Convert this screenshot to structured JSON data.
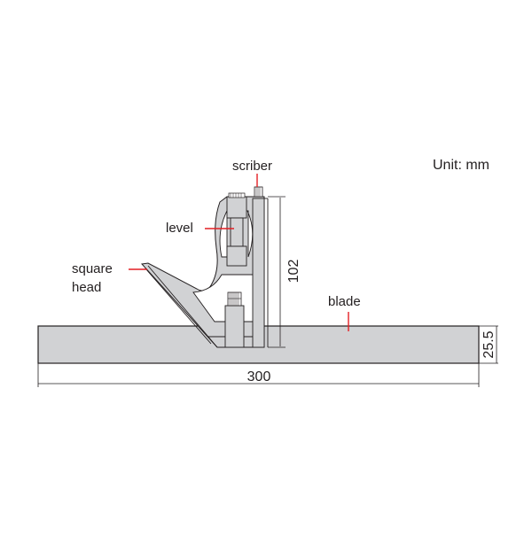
{
  "unit_label": "Unit: mm",
  "labels": {
    "scriber": "scriber",
    "level": "level",
    "square_head_line1": "square",
    "square_head_line2": "head",
    "blade": "blade"
  },
  "dimensions": {
    "blade_length": "300",
    "blade_width": "25.5",
    "head_height": "102"
  },
  "colors": {
    "part_fill": "#d1d2d4",
    "outline": "#231f20",
    "leader": "#e31e24",
    "background": "#ffffff"
  }
}
